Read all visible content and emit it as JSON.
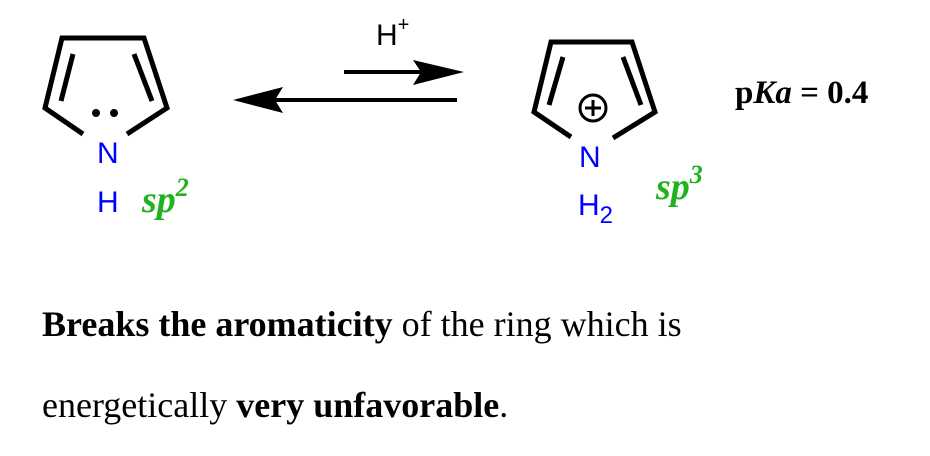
{
  "reactant": {
    "atom_n": "N",
    "atom_h": "H",
    "hybridization": "sp",
    "hyb_sup": "2"
  },
  "reagent": {
    "label": "H",
    "charge": "+"
  },
  "product": {
    "atom_n": "N",
    "atom_h": "H",
    "h_sub": "2",
    "hybridization": "sp",
    "hyb_sup": "3"
  },
  "pka": {
    "p": "p",
    "k": "Ka",
    "rest": " = 0.4"
  },
  "caption": {
    "line1_bold": "Breaks the aromaticity",
    "line1_rest": " of the ring which is",
    "line2_start": "energetically ",
    "line2_bold": "very unfavorable",
    "line2_end": "."
  },
  "colors": {
    "atom": "#0000ff",
    "hybridization": "#1fb31f"
  }
}
